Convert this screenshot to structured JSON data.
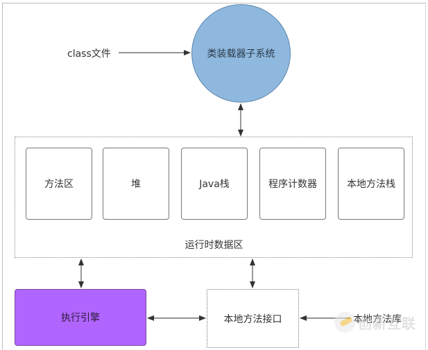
{
  "diagram": {
    "input_label": "class文件",
    "class_loader": "类装载器子系统",
    "runtime_data_area": {
      "label": "运行时数据区",
      "cells": [
        "方法区",
        "堆",
        "Java栈",
        "程序计数器",
        "本地方法栈"
      ]
    },
    "execution_engine": "执行引擎",
    "native_interface": "本地方法接口",
    "native_library": "本地方法库",
    "colors": {
      "class_loader_fill": "#8fb8de",
      "execution_engine_fill": "#b165ff"
    }
  },
  "watermark": {
    "text": "创新互联"
  }
}
